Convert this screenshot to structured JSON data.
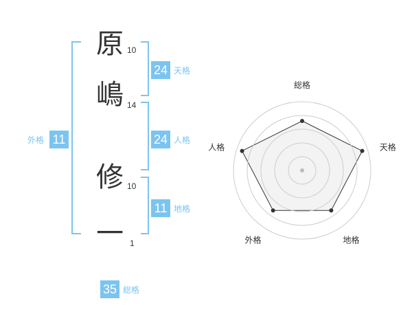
{
  "name_chars": [
    {
      "char": "原",
      "strokes": "10"
    },
    {
      "char": "嶋",
      "strokes": "14"
    },
    {
      "char": "修",
      "strokes": "10"
    },
    {
      "char": "一",
      "strokes": "1"
    }
  ],
  "kaku": {
    "tenkaku": {
      "value": "24",
      "label": "天格"
    },
    "jinkaku": {
      "value": "24",
      "label": "人格"
    },
    "chikaku": {
      "value": "11",
      "label": "地格"
    },
    "gaikaku": {
      "value": "11",
      "label": "外格"
    },
    "soukaku": {
      "value": "35",
      "label": "総格"
    }
  },
  "colors": {
    "accent": "#7cc4f0",
    "text": "#333333",
    "radar_fill": "#f1f1f1",
    "ring": "#cccccc"
  },
  "chart_data": {
    "type": "radar",
    "axes": [
      "総格",
      "天格",
      "地格",
      "外格",
      "人格"
    ],
    "values": [
      0.72,
      0.92,
      0.72,
      0.72,
      0.92
    ],
    "rings": 5
  }
}
